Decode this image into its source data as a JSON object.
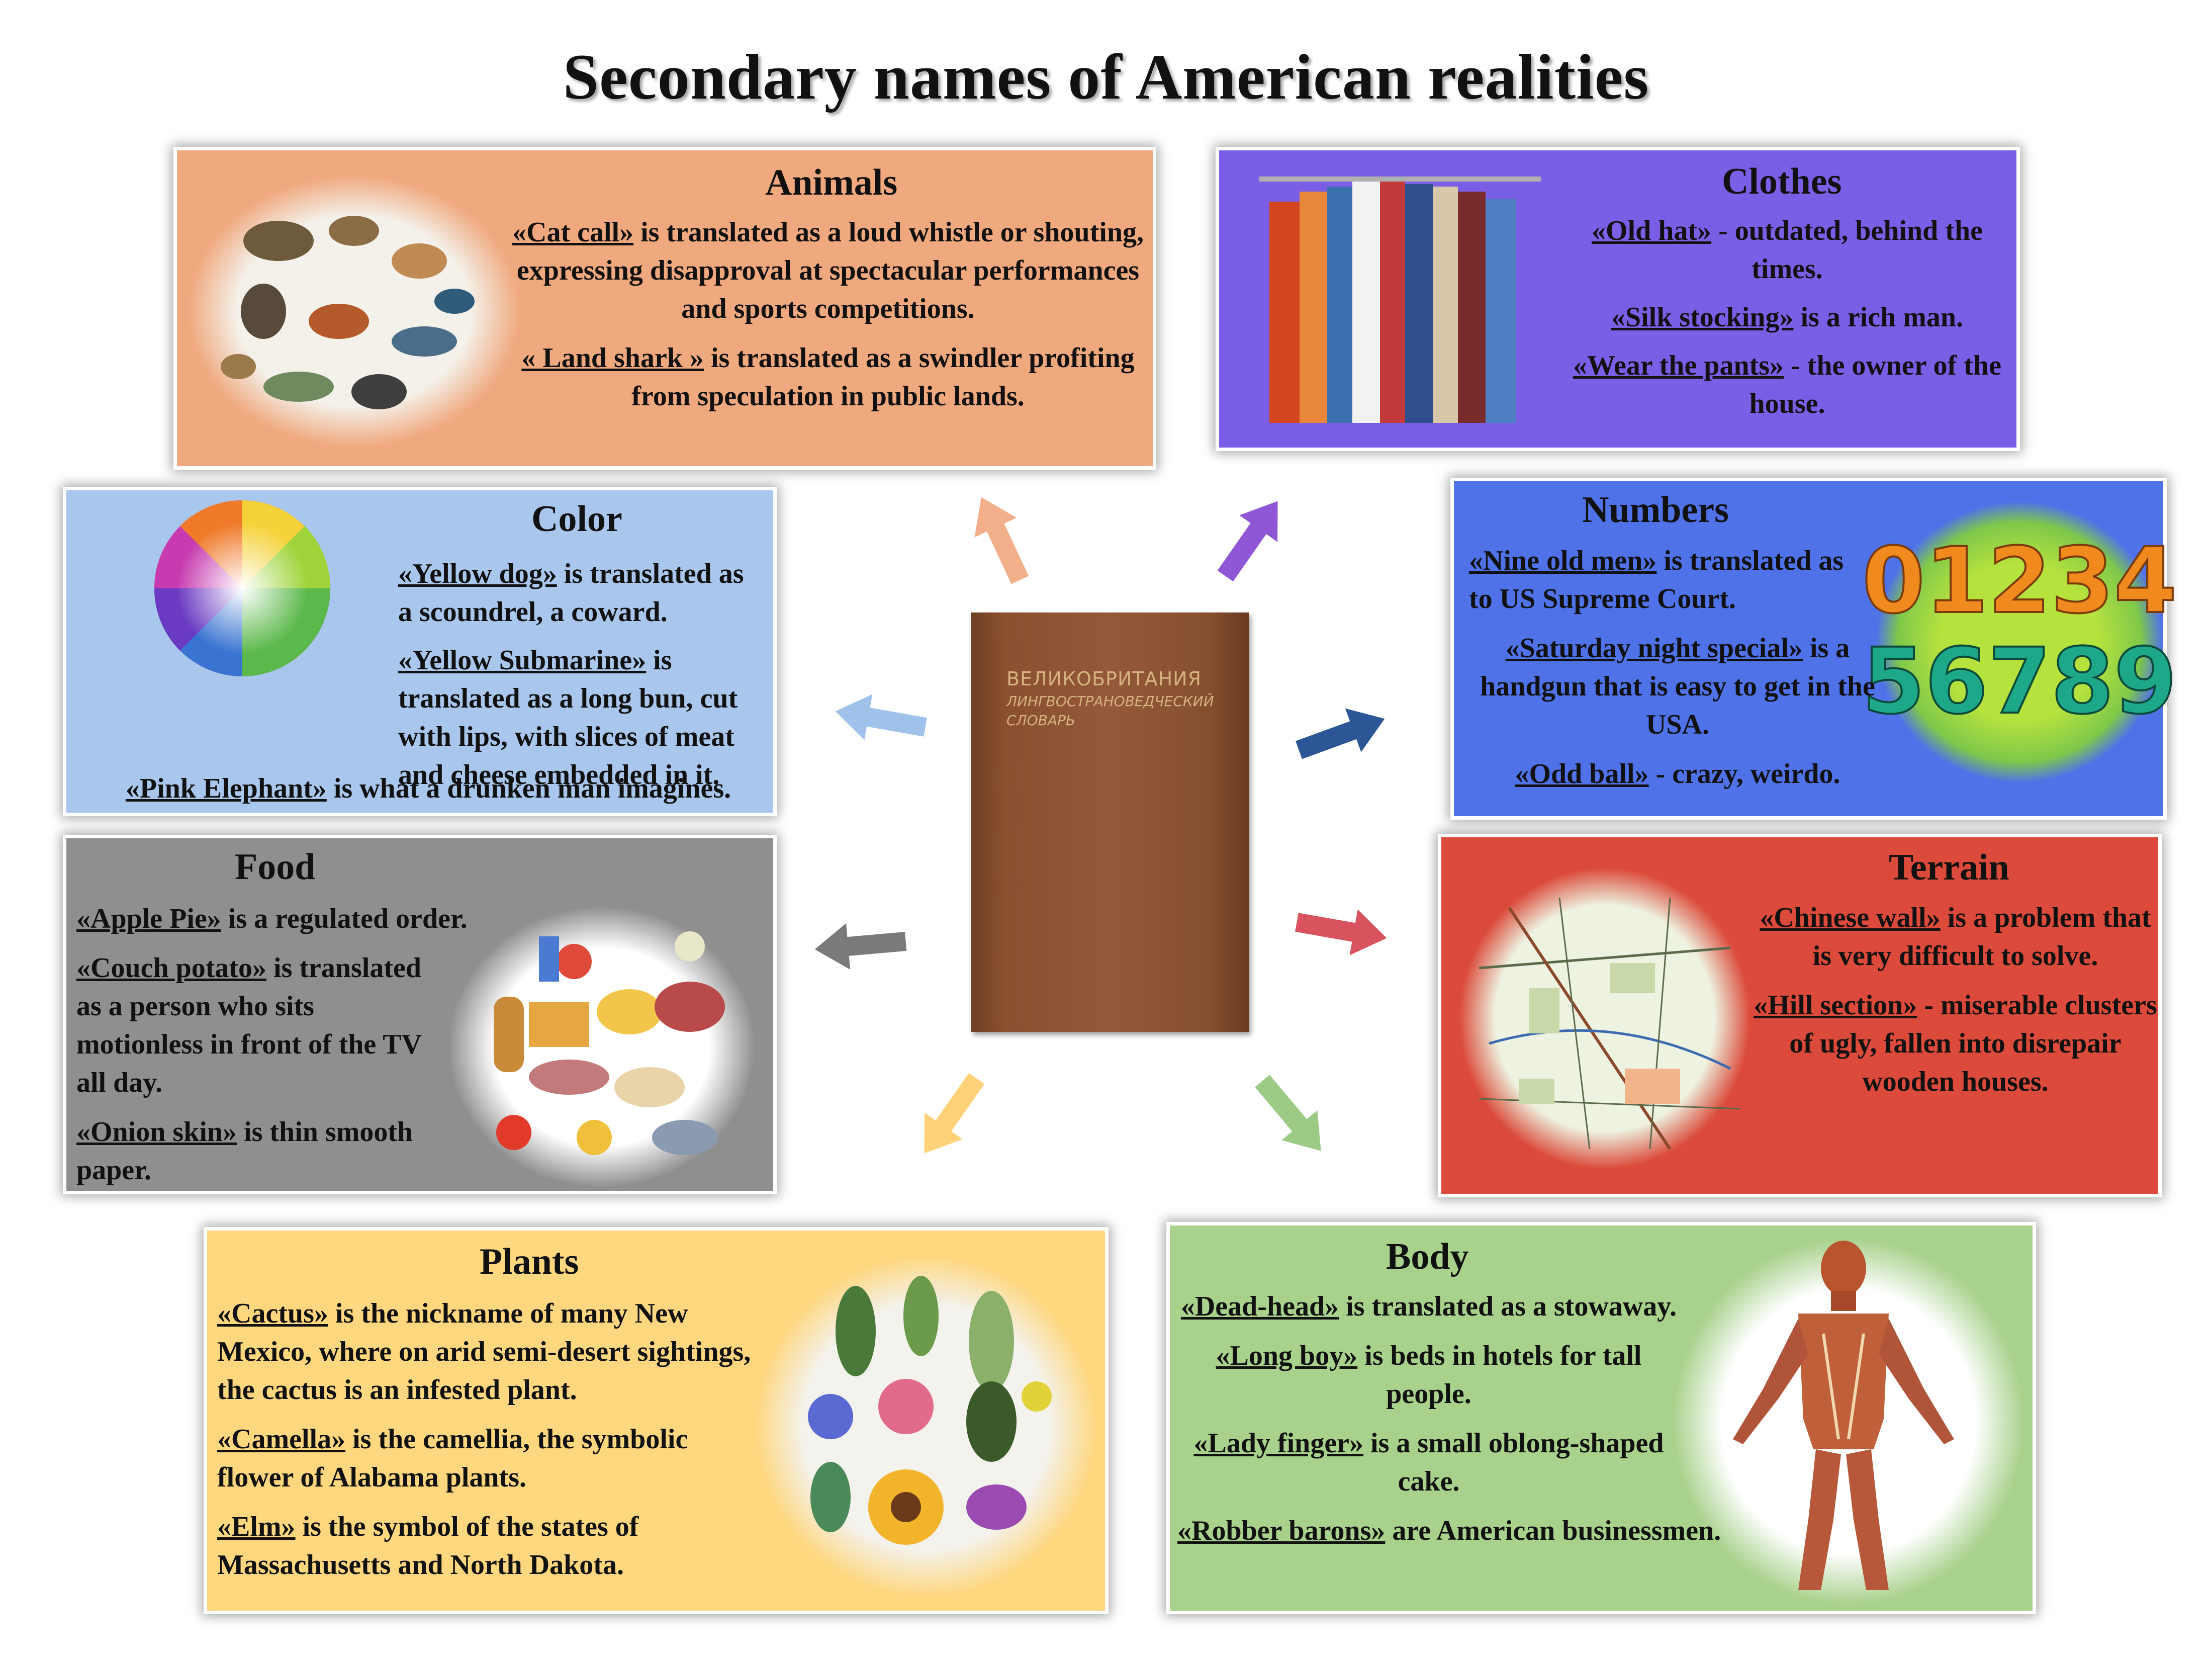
{
  "title": "Secondary names of American realities",
  "colors": {
    "animals": "#f0a97f",
    "clothes": "#7b5ee6",
    "color": "#a9c6ec",
    "numbers": "#4f72e9",
    "food": "#8f8f8f",
    "terrain": "#db4a3a",
    "plants": "#fed77f",
    "body": "#a8d18c"
  },
  "book": {
    "line1": "ВЕЛИКОБРИТАНИЯ",
    "line2": "ЛИНГВОСТРАНОВЕДЧЕСКИЙ",
    "line3": "СЛОВАРЬ"
  },
  "panels": {
    "animals": {
      "title": "Animals",
      "e1_term": "«Cat call»",
      "e1_text": " is translated as a loud whistle or shouting, expressing disapproval at spectacular performances and sports competitions.",
      "e2_term": "« Land shark »",
      "e2_text": " is translated as a swindler profiting from speculation in public lands."
    },
    "clothes": {
      "title": "Clothes",
      "e1_term": "«Old hat»",
      "e1_text": " - outdated, behind the times.",
      "e2_term": "«Silk stocking»",
      "e2_text": " is a rich man.",
      "e3_term": "«Wear the pants»",
      "e3_text": " - the owner of the house."
    },
    "color": {
      "title": "Color",
      "e1_term": "«Yellow dog»",
      "e1_text": "  is translated as a scoundrel, a coward.",
      "e2_term": "«Yellow Submarine»",
      "e2_text": " is translated as a long bun, cut with lips, with slices of meat and cheese embedded in it.",
      "e3_term": "«Pink Elephant»",
      "e3_text": " is what a drunken man imagines."
    },
    "numbers": {
      "title": "Numbers",
      "e1_term": "«Nine old men»",
      "e1_text": " is translated as to US Supreme Court.",
      "e2_term": "«Saturday night special»",
      "e2_text": " is a handgun that is easy to get in the USA.",
      "e3_term": "«Odd ball»",
      "e3_text": " - crazy, weirdo.",
      "digits_top": "01234",
      "digits_bottom": "56789"
    },
    "food": {
      "title": "Food",
      "e1_term": "«Apple Pie»",
      "e1_text": " is a regulated order.",
      "e2_term": "«Couch potato»",
      "e2_text": " is translated as a person who sits motionless in front of the TV all day.",
      "e3_term": "«Onion skin»",
      "e3_text": " is thin smooth paper."
    },
    "terrain": {
      "title": "Terrain",
      "e1_term": "«Chinese wall»",
      "e1_text": " is a problem that is very difficult to solve.",
      "e2_term": "«Hill section»",
      "e2_text": " - miserable clusters of ugly, fallen into disrepair wooden houses."
    },
    "plants": {
      "title": "Plants",
      "e1_term": "«Cactus»",
      "e1_text": " is the nickname of many New Mexico, where on arid semi-desert sightings, the cactus is an infested plant.",
      "e2_term": "«Camella»",
      "e2_text": " is the camellia, the symbolic flower of Alabama plants.",
      "e3_term": "«Elm»",
      "e3_text": " is the symbol of the states of Massachusetts and North Dakota."
    },
    "body": {
      "title": "Body",
      "e1_term": "«Dead-head»",
      "e1_text": " is translated as a stowaway.",
      "e2_term": "«Long boy»",
      "e2_text": "  is beds in hotels for tall people.",
      "e3_term": "«Lady finger»",
      "e3_text": " is a small oblong-shaped cake.",
      "e4_term": "«Robber barons»",
      "e4_text": " are American businessmen."
    }
  }
}
